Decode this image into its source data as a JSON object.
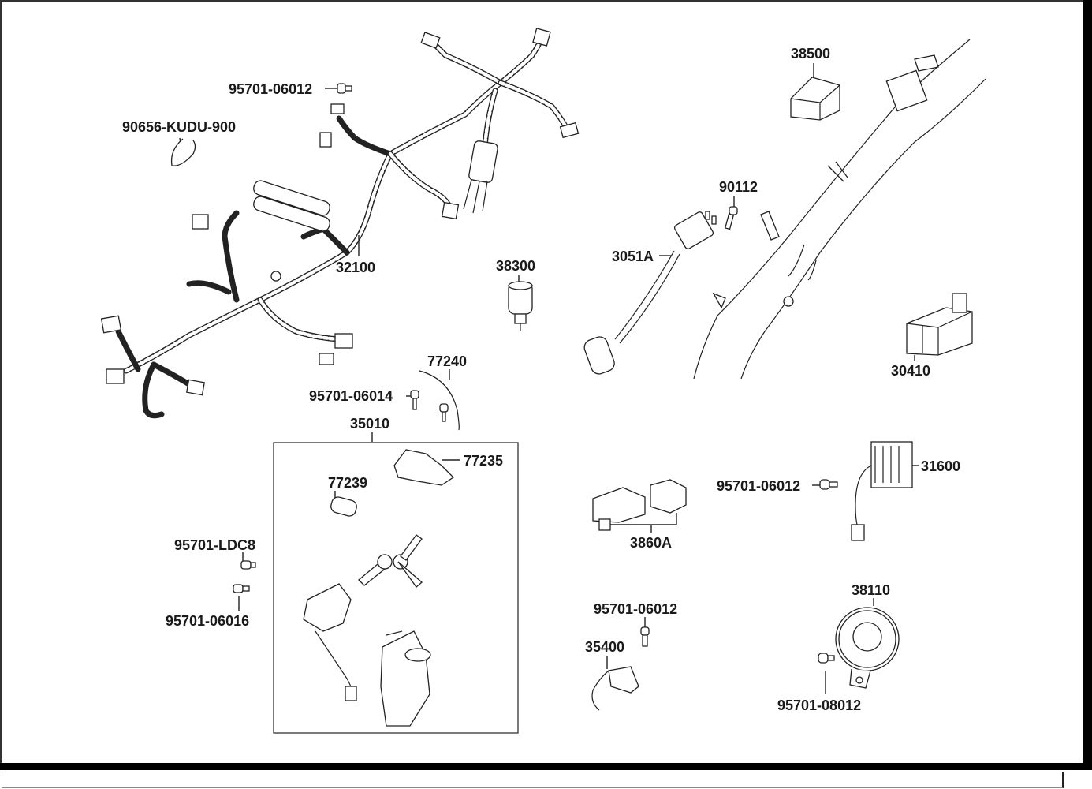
{
  "diagram": {
    "title": "",
    "kit_group": {
      "label": "35010",
      "members": [
        "77235",
        "77239"
      ]
    },
    "parts": [
      {
        "id": "p1",
        "part_number": "95701-06012",
        "desc": "bolt (harness)"
      },
      {
        "id": "p2",
        "part_number": "90656-KUDU-900",
        "desc": "band clip"
      },
      {
        "id": "p3",
        "part_number": "32100",
        "desc": "wire harness"
      },
      {
        "id": "p4",
        "part_number": "38300",
        "desc": "resistor/relay"
      },
      {
        "id": "p5",
        "part_number": "77240",
        "desc": "seat lock cable"
      },
      {
        "id": "p6",
        "part_number": "95701-06014",
        "desc": "bolt"
      },
      {
        "id": "p7",
        "part_number": "35010",
        "desc": "lock set"
      },
      {
        "id": "p8",
        "part_number": "77235",
        "desc": "seat lock"
      },
      {
        "id": "p9",
        "part_number": "77239",
        "desc": "lock cylinder"
      },
      {
        "id": "p10",
        "part_number": "95701-LDC8",
        "desc": "bolt"
      },
      {
        "id": "p11",
        "part_number": "95701-06016",
        "desc": "bolt"
      },
      {
        "id": "p12",
        "part_number": "38500",
        "desc": "flasher relay"
      },
      {
        "id": "p13",
        "part_number": "90112",
        "desc": "screw"
      },
      {
        "id": "p14",
        "part_number": "3051A",
        "desc": "stop switch"
      },
      {
        "id": "p15",
        "part_number": "30410",
        "desc": "CDI unit"
      },
      {
        "id": "p16",
        "part_number": "95701-06012",
        "desc": "bolt (regulator)"
      },
      {
        "id": "p17",
        "part_number": "31600",
        "desc": "regulator rectifier"
      },
      {
        "id": "p18",
        "part_number": "3860A",
        "desc": "relay set"
      },
      {
        "id": "p19",
        "part_number": "95701-06012",
        "desc": "bolt (switch)"
      },
      {
        "id": "p20",
        "part_number": "35400",
        "desc": "switch"
      },
      {
        "id": "p21",
        "part_number": "38110",
        "desc": "horn"
      },
      {
        "id": "p22",
        "part_number": "95701-08012",
        "desc": "bolt (horn)"
      }
    ]
  }
}
